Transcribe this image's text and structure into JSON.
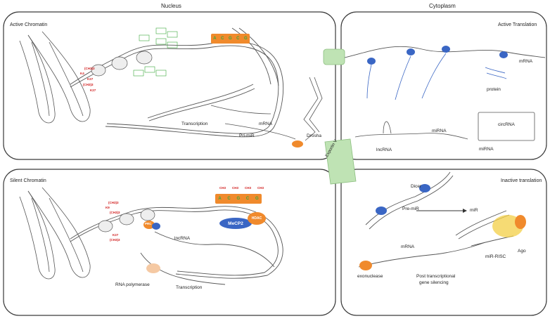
{
  "headers": {
    "nucleus": "Nucleus",
    "cytoplasm": "Cytoplasm"
  },
  "panels": {
    "active_chromatin": {
      "title": "Active Chromatin",
      "labels": {
        "transcription": "Transcription",
        "mrna": "mRNA",
        "pri_mir": "Pri-miR",
        "drosha": "Drosha"
      },
      "methyl_marks": [
        "(CH3)3",
        "K4",
        "K27",
        "(CH3)3",
        "K27"
      ],
      "bases": [
        "A",
        "C",
        "G",
        "C",
        "G"
      ]
    },
    "silent_chromatin": {
      "title": "Silent Chromatin",
      "labels": {
        "lncrna": "lncRNA",
        "rna_polymerase": "RNA polymerase",
        "transcription": "Transcription",
        "mecp2": "MeCP2",
        "hdac": "HDAC",
        "prc": "PRC"
      },
      "methyl_marks": [
        "(CH3)3",
        "K9",
        "(CH3)3",
        "K27",
        "(CH3)3"
      ],
      "methyl_groups": [
        "CH3",
        "CH3",
        "CH3",
        "CH3"
      ],
      "bases": [
        "A",
        "C",
        "G",
        "C",
        "G"
      ]
    },
    "active_translation": {
      "title": "Active Translation",
      "labels": {
        "mrna": "mRNA",
        "protein": "protein",
        "lncrna": "lncRNA",
        "mirna_1": "miRNA",
        "circrna": "circRNA",
        "mirna_2": "miRNA"
      }
    },
    "inactive_translation": {
      "title": "Inactive translation",
      "labels": {
        "dicer": "Dicer",
        "pre_mir": "Pre-miR",
        "mir": "miR",
        "mrna": "mRNA",
        "mir_risc": "miR-RISC",
        "ago": "Ago",
        "exonuclease": "exonuclease",
        "silencing_1": "Post transcriptional",
        "silencing_2": "gene silencing"
      }
    }
  },
  "exportin": "Exportin V",
  "colors": {
    "panel_border": "#3a3a3a",
    "dna": "#555555",
    "methyl": "#d01c1c",
    "acetyl": "#3aa83a",
    "orange": "#f08a2c",
    "blue": "#3a66c4",
    "green_pore": "#bfe3b4",
    "yellow": "#f3cf45"
  }
}
